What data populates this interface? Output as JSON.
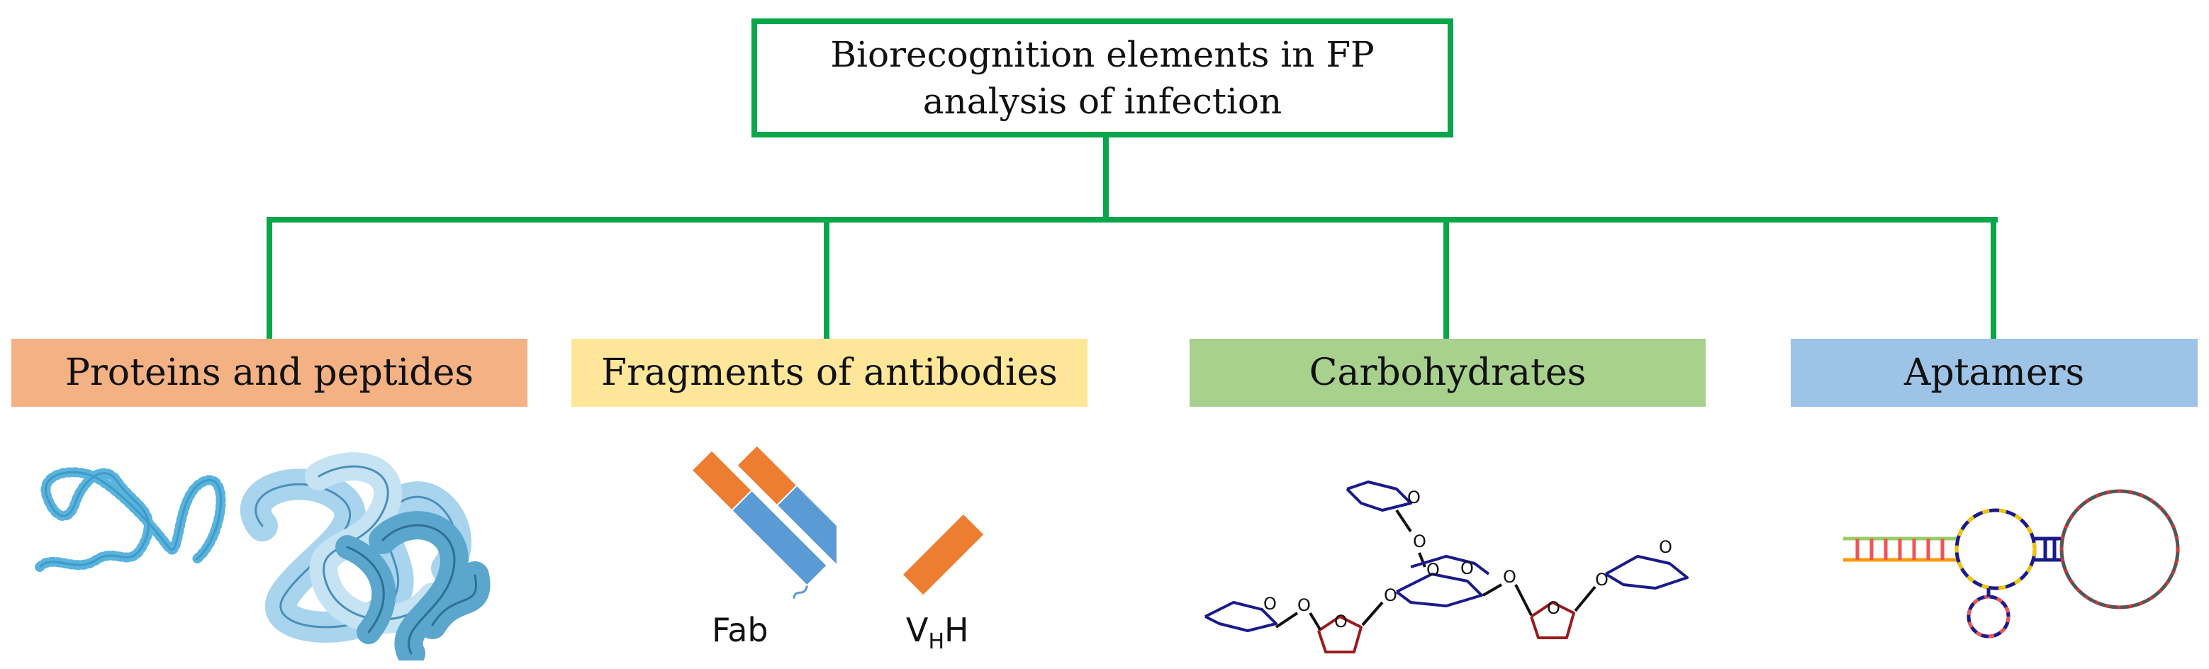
{
  "root": {
    "line1": "Biorecognition  elements in FP",
    "line2": "analysis  of infection"
  },
  "categories": [
    {
      "label": "Proteins and peptides",
      "color": "#f4b183"
    },
    {
      "label": "Fragments  of antibodies",
      "color": "#ffe699"
    },
    {
      "label": "Carbohydrates",
      "color": "#a9d18e"
    },
    {
      "label": "Aptamers",
      "color": "#9dc3e6"
    }
  ],
  "antibody_captions": {
    "fab": "Fab",
    "vhh_v": "V",
    "vhh_sub": "H",
    "vhh_h": "H"
  },
  "sugar_ring_atom": "O",
  "colors": {
    "connector": "#0aa64a",
    "protein_light": "#a9d4ee",
    "protein_dark": "#5aa6cc",
    "antibody_orange": "#ed7d31",
    "antibody_blue": "#5b9bd5",
    "sugar_blue": "#1a1a8c",
    "sugar_red": "#9b1b1b"
  }
}
